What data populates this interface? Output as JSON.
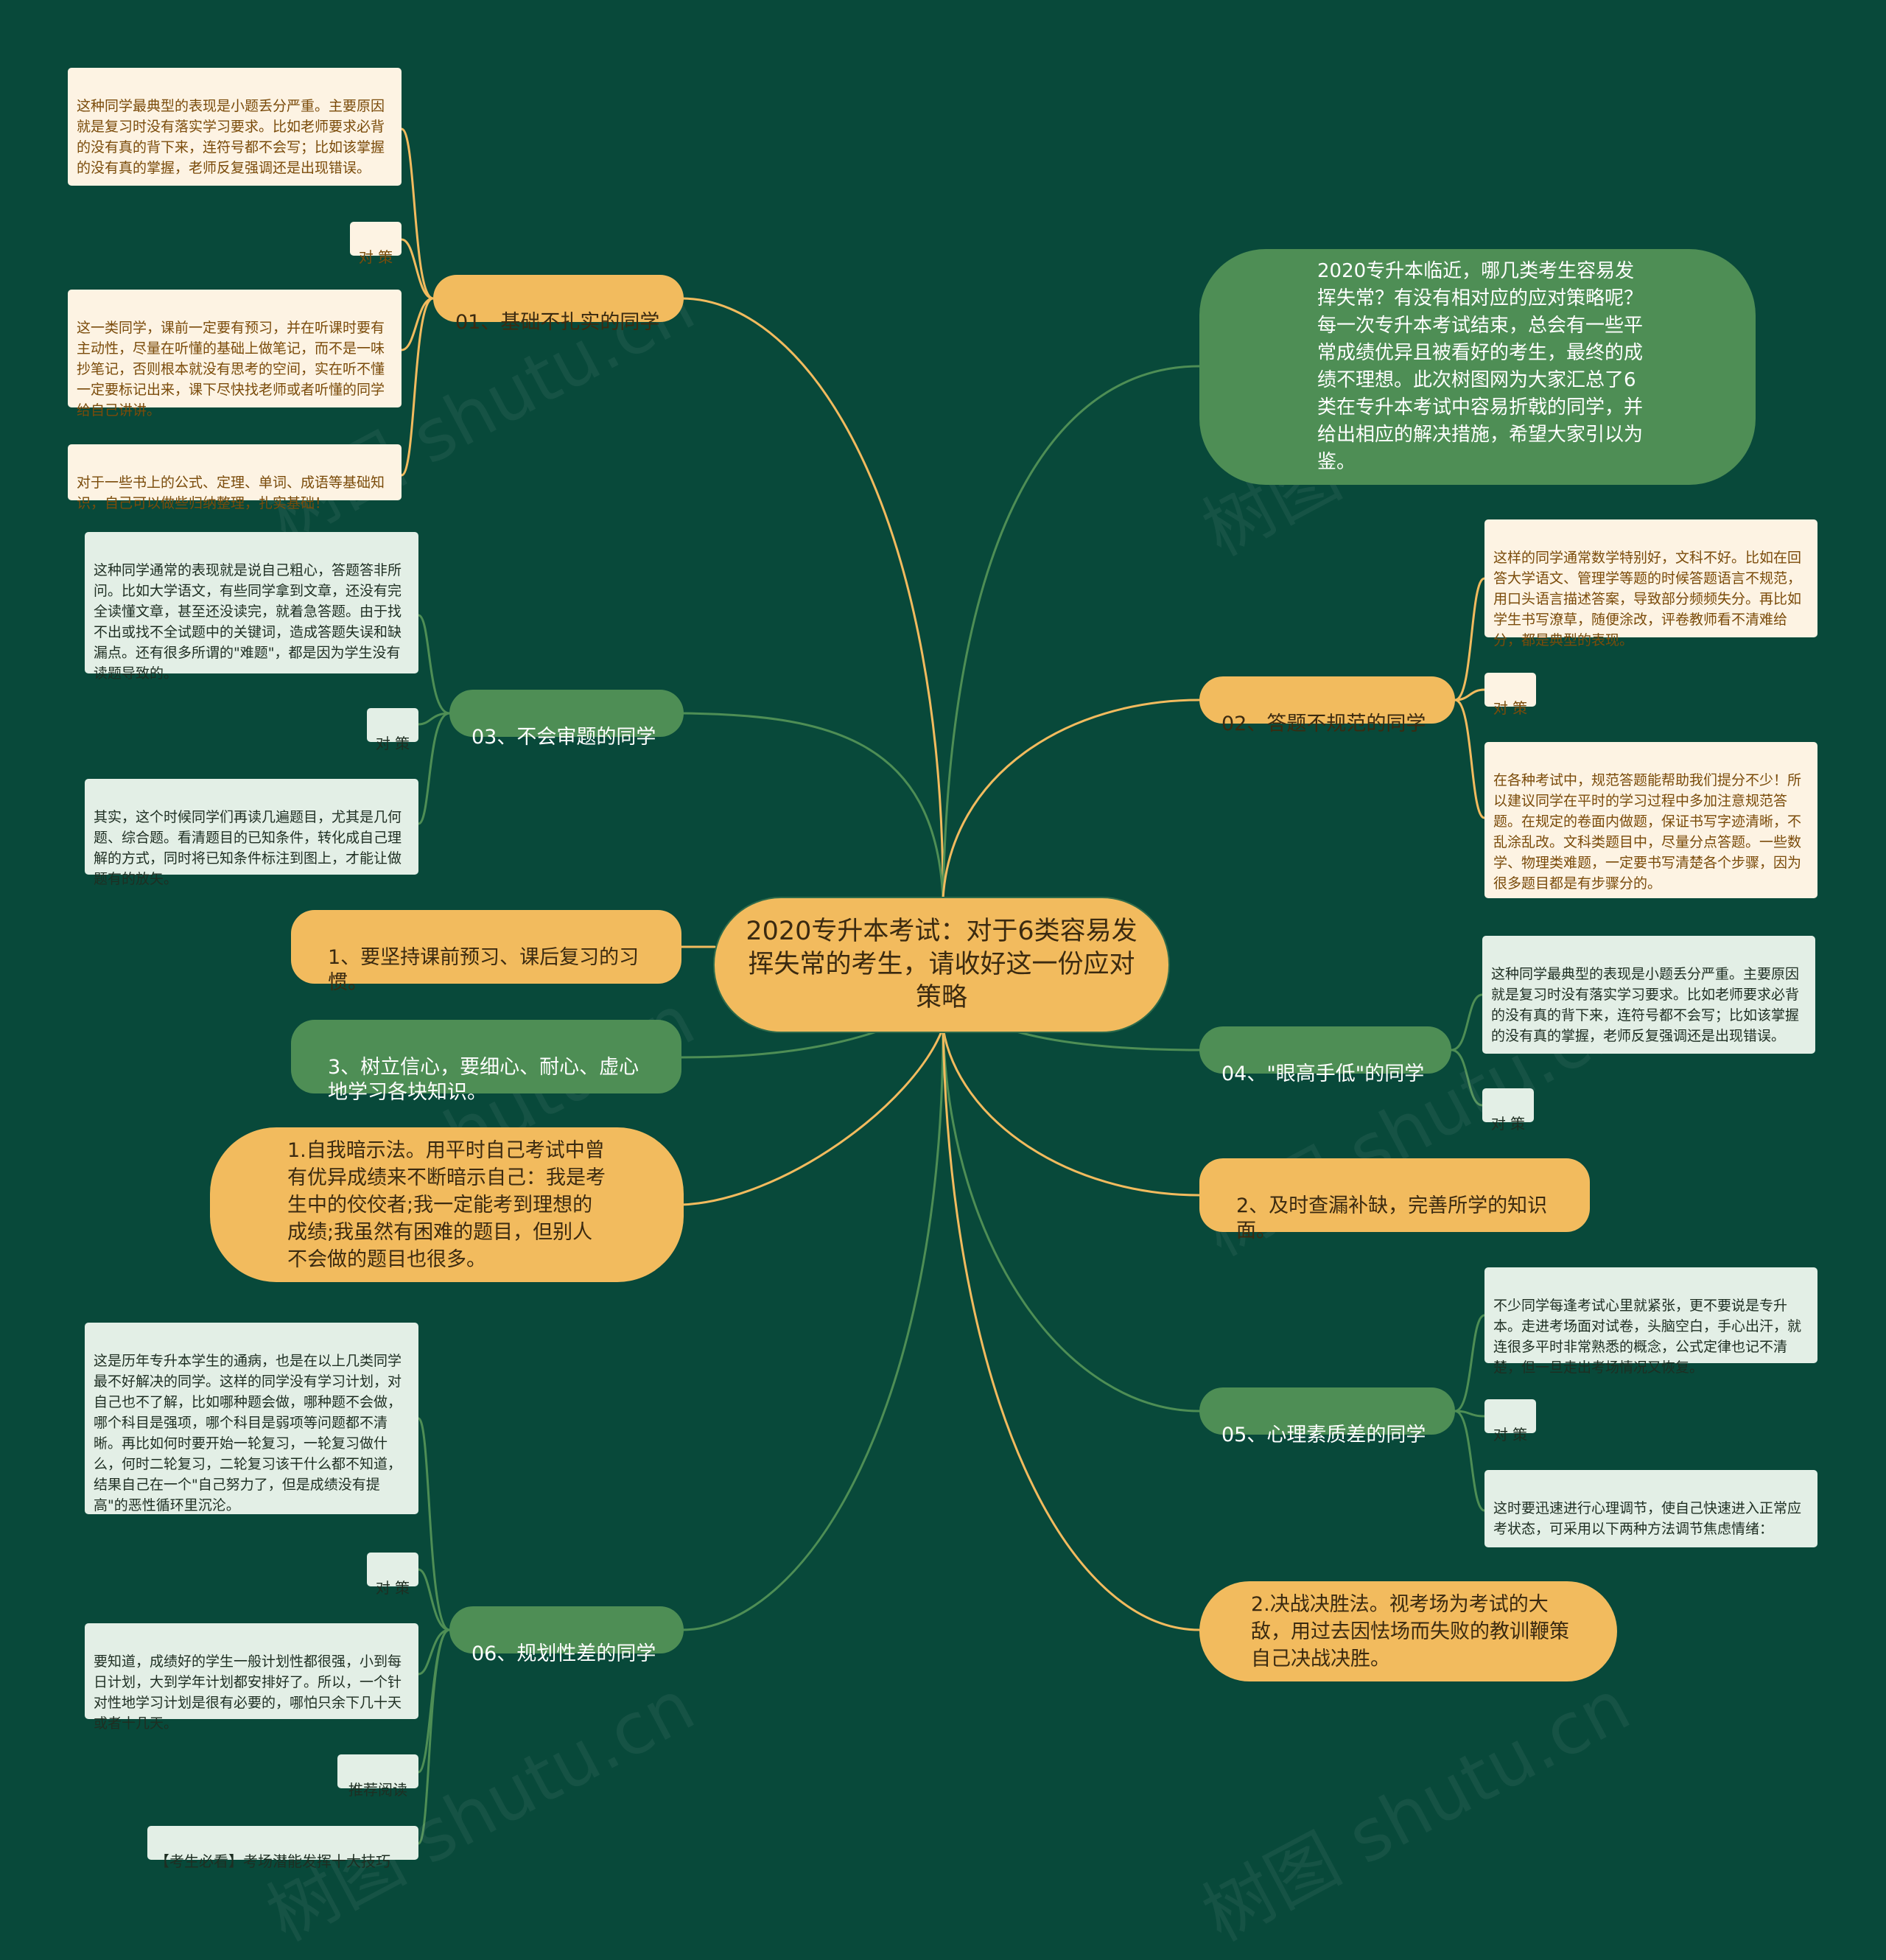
{
  "center": {
    "title": "2020专升本考试：对于6类容易发挥失常的考生，请收好这一份应对策略"
  },
  "intro": {
    "text": "2020专升本临近，哪几类考生容易发挥失常？有没有相对应的应对策略呢？每一次专升本考试结束，总会有一些平常成绩优异且被看好的考生，最终的成绩不理想。此次树图网为大家汇总了6类在专升本考试中容易折戟的同学，并给出相应的解决措施，希望大家引以为鉴。"
  },
  "b01": {
    "label": "01、基础不扎实的同学",
    "desc": "这种同学最典型的表现是小题丢分严重。主要原因就是复习时没有落实学习要求。比如老师要求必背的没有真的背下来，连符号都不会写；比如该掌握的没有真的掌握，老师反复强调还是出现错误。",
    "tag": "对 策",
    "s1": "这一类同学，课前一定要有预习，并在听课时要有主动性，尽量在听懂的基础上做笔记，而不是一味抄笔记，否则根本就没有思考的空间，实在听不懂一定要标记出来，课下尽快找老师或者听懂的同学给自己讲讲。",
    "s2": "对于一些书上的公式、定理、单词、成语等基础知识，自己可以做些归纳整理，扎实基础！"
  },
  "b03": {
    "label": "03、不会审题的同学",
    "desc": "这种同学通常的表现就是说自己粗心，答题答非所问。比如大学语文，有些同学拿到文章，还没有完全读懂文章，甚至还没读完，就着急答题。由于找不出或找不全试题中的关键词，造成答题失误和缺漏点。还有很多所谓的\"难题\"，都是因为学生没有读题导致的。",
    "tag": "对 策",
    "s1": "其实，这个时候同学们再读几遍题目，尤其是几何题、综合题。看清题目的已知条件，转化成自己理解的方式，同时将已知条件标注到图上，才能让做题有的放矢。"
  },
  "tips": {
    "t1": "1、要坚持课前预习、课后复习的习惯。",
    "t3": "3、树立信心，要细心、耐心、虚心地学习各块知识。",
    "m1": "1.自我暗示法。用平时自己考试中曾有优异成绩来不断暗示自己：我是考生中的佼佼者;我一定能考到理想的成绩;我虽然有困难的题目，但别人不会做的题目也很多。",
    "t2": "2、及时查漏补缺，完善所学的知识面。",
    "m2": "2.决战决胜法。视考场为考试的大敌，用过去因怯场而失败的教训鞭策自己决战决胜。"
  },
  "b06": {
    "label": "06、规划性差的同学",
    "desc": "这是历年专升本学生的通病，也是在以上几类同学最不好解决的同学。这样的同学没有学习计划，对自己也不了解，比如哪种题会做，哪种题不会做，哪个科目是强项，哪个科目是弱项等问题都不清晰。再比如何时要开始一轮复习，一轮复习做什么，何时二轮复习，二轮复习该干什么都不知道，结果自己在一个\"自己努力了，但是成绩没有提高\"的恶性循环里沉沦。",
    "tag": "对 策",
    "s1": "要知道，成绩好的学生一般计划性都很强，小到每日计划，大到学年计划都安排好了。所以，一个针对性地学习计划是很有必要的，哪怕只余下几十天或者十几天。",
    "rec_tag": "推荐阅读",
    "rec_link": "【考生必看】考场潜能发挥十大技巧"
  },
  "b02": {
    "label": "02、答题不规范的同学",
    "desc": "这样的同学通常数学特别好，文科不好。比如在回答大学语文、管理学等题的时候答题语言不规范，用口头语言描述答案，导致部分频频失分。再比如学生书写潦草，随便涂改，评卷教师看不清难给分，都是典型的表现。",
    "tag": "对 策",
    "s1": "在各种考试中，规范答题能帮助我们提分不少！所以建议同学在平时的学习过程中多加注意规范答题。在规定的卷面内做题，保证书写字迹清晰，不乱涂乱改。文科类题目中，尽量分点答题。一些数学、物理类难题，一定要书写清楚各个步骤，因为很多题目都是有步骤分的。"
  },
  "b04": {
    "label": "04、\"眼高手低\"的同学",
    "desc": "这种同学最典型的表现是小题丢分严重。主要原因就是复习时没有落实学习要求。比如老师要求必背的没有真的背下来，连符号都不会写；比如该掌握的没有真的掌握，老师反复强调还是出现错误。",
    "tag": "对 策"
  },
  "b05": {
    "label": "05、心理素质差的同学",
    "desc": "不少同学每逢考试心里就紧张，更不要说是专升本。走进考场面对试卷，头脑空白，手心出汗，就连很多平时非常熟悉的概念，公式定律也记不清楚，但一旦走出考场情况又恢复。",
    "tag": "对 策",
    "s1": "这时要迅速进行心理调节，使自己快速进入正常应考状态，可采用以下两种方法调节焦虑情绪："
  },
  "colors": {
    "background": "#08493a",
    "orange": "#f2bb5e",
    "green": "#4e8e55",
    "line_orange": "#f2bb5e",
    "line_green": "#4e8e55"
  }
}
